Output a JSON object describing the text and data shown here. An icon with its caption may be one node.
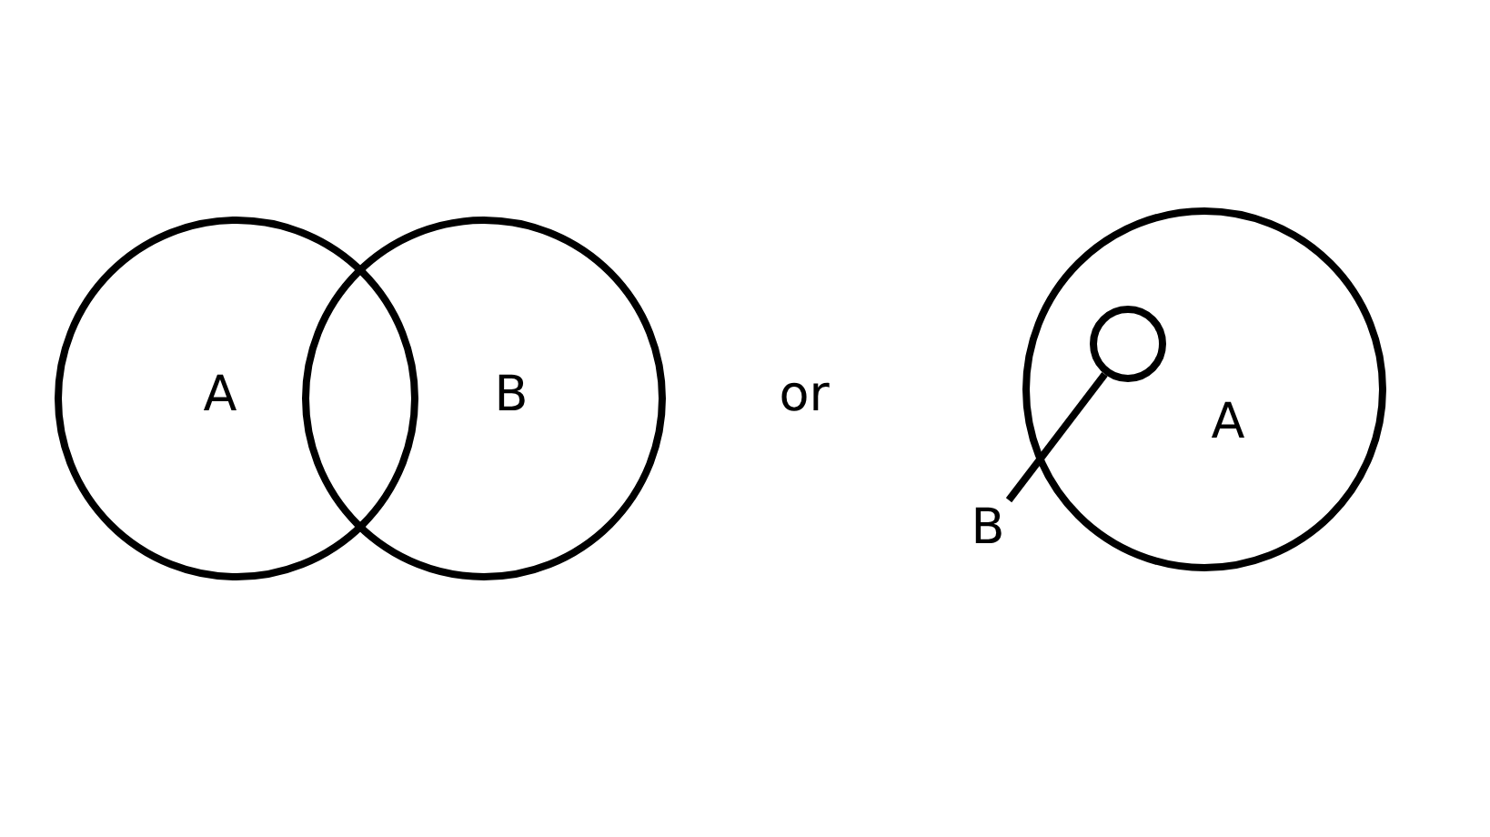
{
  "diagram": {
    "nodes": [
      {
        "text": [
          "A"
        ]
      },
      {
        "text": [
          "B"
        ]
      },
      {
        "text": [
          "A"
        ]
      },
      {
        "text": [],
        "shape": "circle",
        "in": 2
      },
      {
        "text": [
          "B"
        ]
      }
    ],
    "edges": [
      {
        "from": 4,
        "to": 3,
        "arrow": "none"
      }
    ],
    "labels": [
      "or"
    ]
  }
}
